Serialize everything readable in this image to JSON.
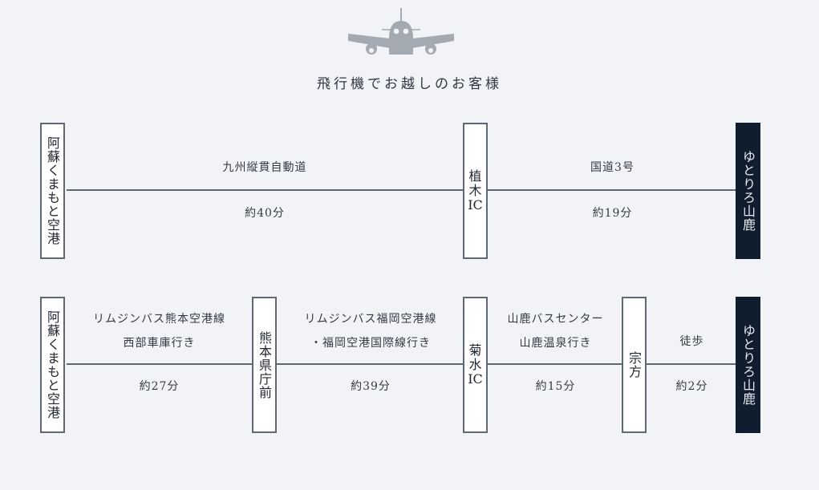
{
  "header": {
    "icon": "airplane-icon",
    "title": "飛行機でお越しのお客様"
  },
  "routes": [
    {
      "name": "car-route",
      "stops": [
        "阿蘇くまもと空港",
        "植木IC",
        "ゆとりろ山鹿"
      ],
      "segments": [
        {
          "above": [
            "九州縦貫自動道"
          ],
          "below": "約40分"
        },
        {
          "above": [
            "国道3号"
          ],
          "below": "約19分"
        }
      ],
      "ic_chars": [
        "植",
        "木",
        "IC"
      ]
    },
    {
      "name": "bus-route",
      "stops": [
        "阿蘇くまもと空港",
        "熊本県庁前",
        "菊水IC",
        "宗方",
        "ゆとりろ山鹿"
      ],
      "segments": [
        {
          "above": [
            "リムジンバス熊本空港線",
            "西部車庫行き"
          ],
          "below": "約27分"
        },
        {
          "above": [
            "リムジンバス福岡空港線",
            "・福岡空港国際線行き"
          ],
          "below": "約39分"
        },
        {
          "above": [
            "山鹿バスセンター",
            "山鹿温泉行き"
          ],
          "below": "約15分"
        },
        {
          "above": [
            "徒歩"
          ],
          "below": "約2分"
        }
      ],
      "ic_chars": [
        "菊",
        "水",
        "IC"
      ]
    }
  ],
  "colors": {
    "background": "#f2f3f6",
    "line": "#5f6770",
    "destination": "#0f1d2e",
    "plane": "#a3aab2"
  }
}
